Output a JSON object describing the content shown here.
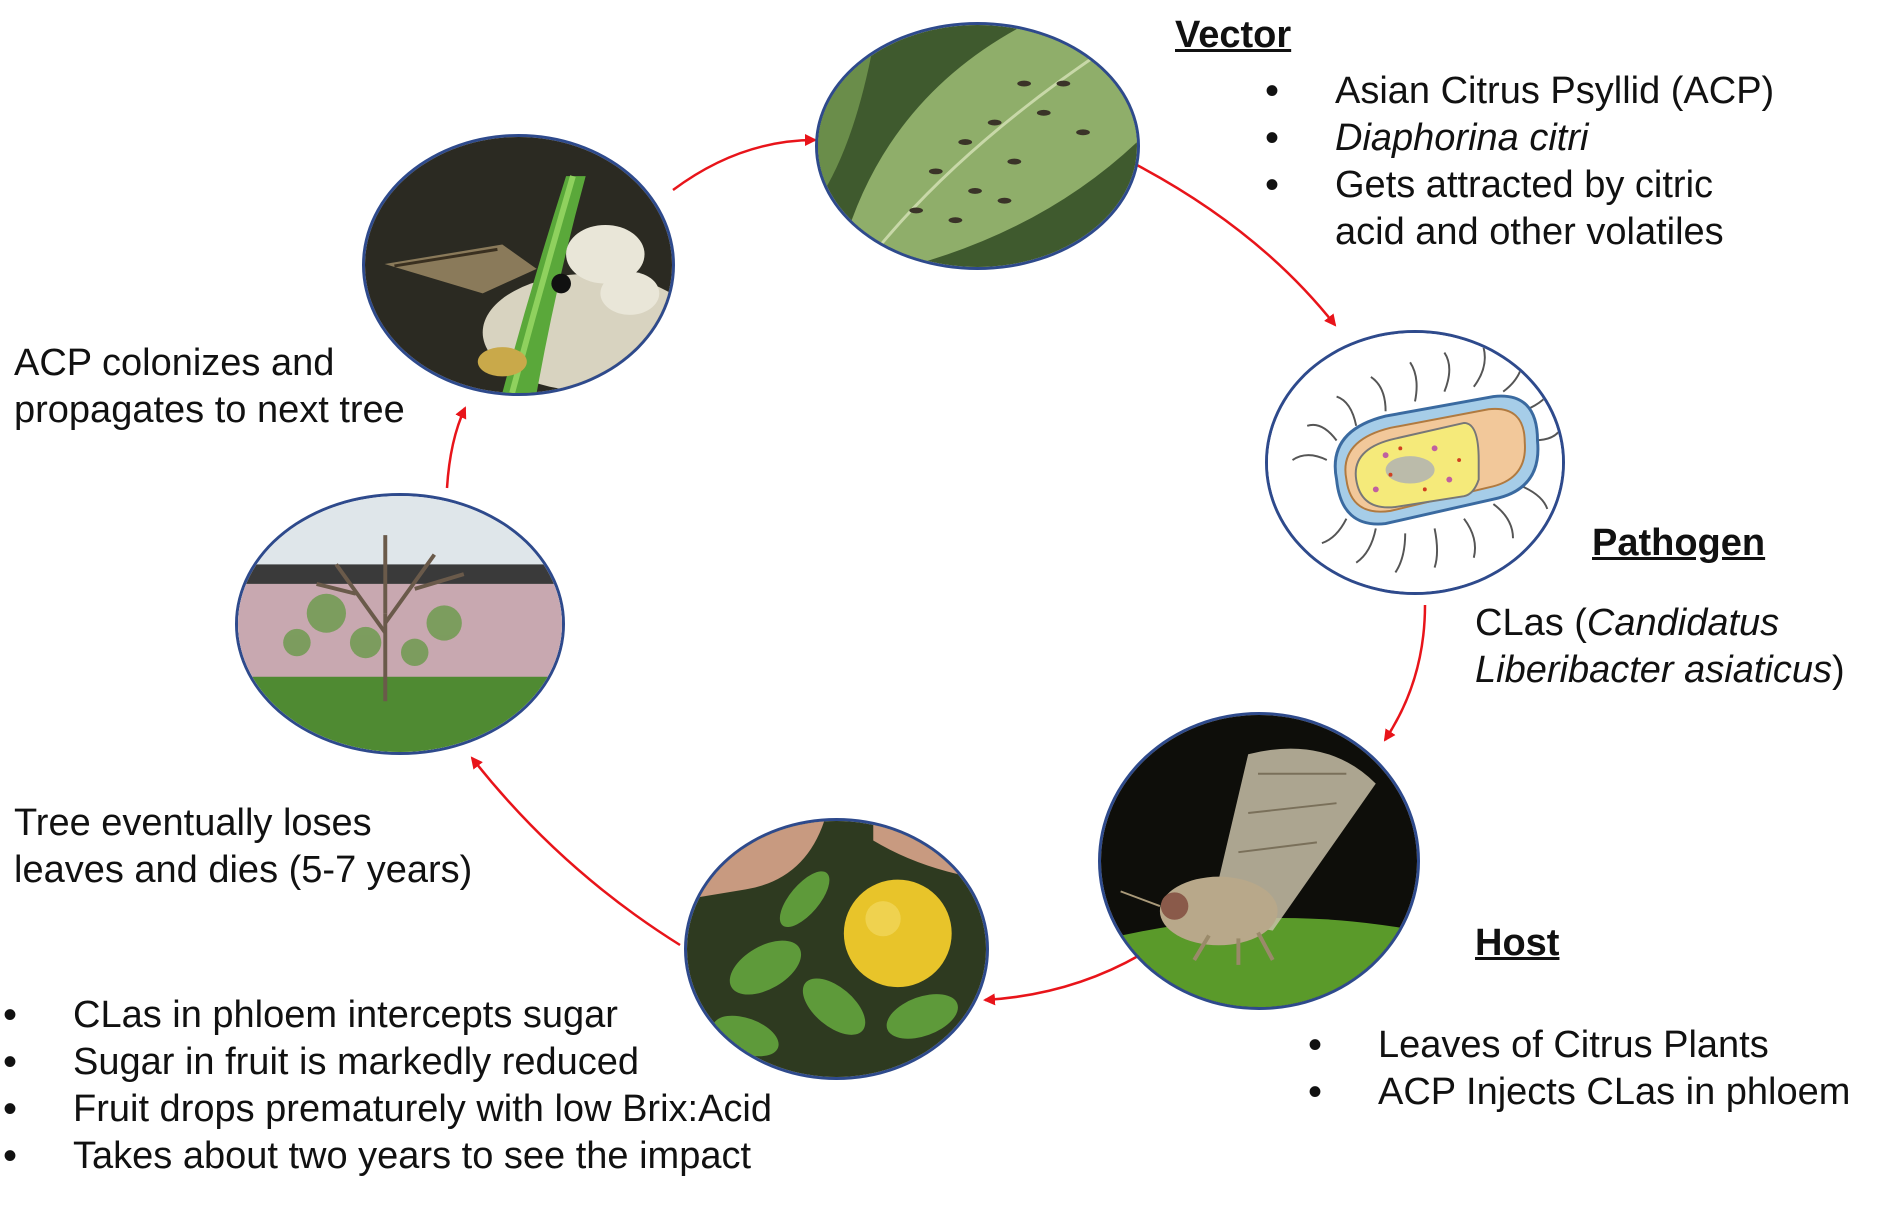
{
  "vector": {
    "heading": "Vector",
    "items": [
      "Asian Citrus Psyllid (ACP)",
      "Diaphorina citri",
      "Gets attracted by citric",
      "acid and other volatiles"
    ]
  },
  "pathogen": {
    "heading": "Pathogen",
    "line1_prefix": "CLas (",
    "line1_italic": "Candidatus",
    "line2_italic": "Liberibacter asiaticus",
    "line2_suffix": ")"
  },
  "host": {
    "heading": "Host",
    "items": [
      "Leaves of Citrus Plants",
      "ACP Injects CLas in phloem"
    ]
  },
  "colonize": {
    "line1": "ACP colonizes and",
    "line2": "propagates to next tree"
  },
  "dies": {
    "line1": "Tree eventually loses",
    "line2": "leaves and dies (5-7 years)"
  },
  "impact": {
    "items": [
      "CLas in phloem intercepts sugar",
      "Sugar in fruit is markedly reduced",
      "Fruit drops prematurely with low Brix:Acid",
      "Takes about two years to see the impact"
    ]
  },
  "colors": {
    "arrow": "#e8141a",
    "circle_border": "#2e4a8c"
  },
  "images": [
    "psyllids-on-leaf-photo",
    "bacterium-illustration",
    "psyllid-closeup-photo",
    "citrus-fruit-in-hand-photo",
    "bare-citrus-tree-photo",
    "psyllid-on-stem-photo"
  ]
}
